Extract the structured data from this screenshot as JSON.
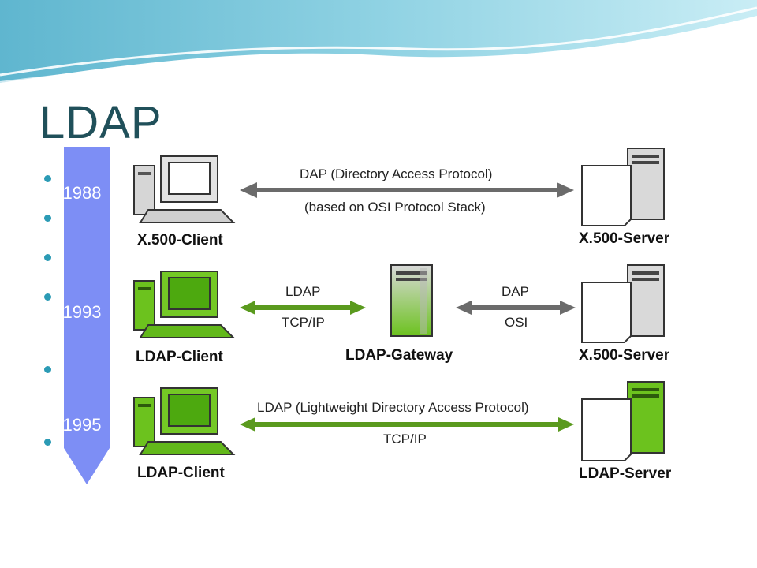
{
  "slide": {
    "title": "LDAP"
  },
  "timeline": {
    "years": [
      "1988",
      "1993",
      "1995"
    ]
  },
  "rows": [
    {
      "client_label": "X.500-Client",
      "server_label": "X.500-Server",
      "link_top": "DAP (Directory Access Protocol)",
      "link_bottom": "(based on OSI Protocol Stack)"
    },
    {
      "client_label": "LDAP-Client",
      "gateway_label": "LDAP-Gateway",
      "server_label": "X.500-Server",
      "left_link_top": "LDAP",
      "left_link_bottom": "TCP/IP",
      "right_link_top": "DAP",
      "right_link_bottom": "OSI"
    },
    {
      "client_label": "LDAP-Client",
      "server_label": "LDAP-Server",
      "link_top": "LDAP (Lightweight Directory Access Protocol)",
      "link_bottom": "TCP/IP"
    }
  ],
  "icons": {
    "client": "desktop-computer-icon",
    "server": "tower-server-icon",
    "document": "document-icon"
  },
  "colors": {
    "title": "#20505a",
    "timeline": "#7d8ef5",
    "gray_arrow": "#6b6b6b",
    "green_arrow": "#5a9a1e",
    "green_device": "#6cc21e",
    "gray_device": "#cfcfcf"
  }
}
